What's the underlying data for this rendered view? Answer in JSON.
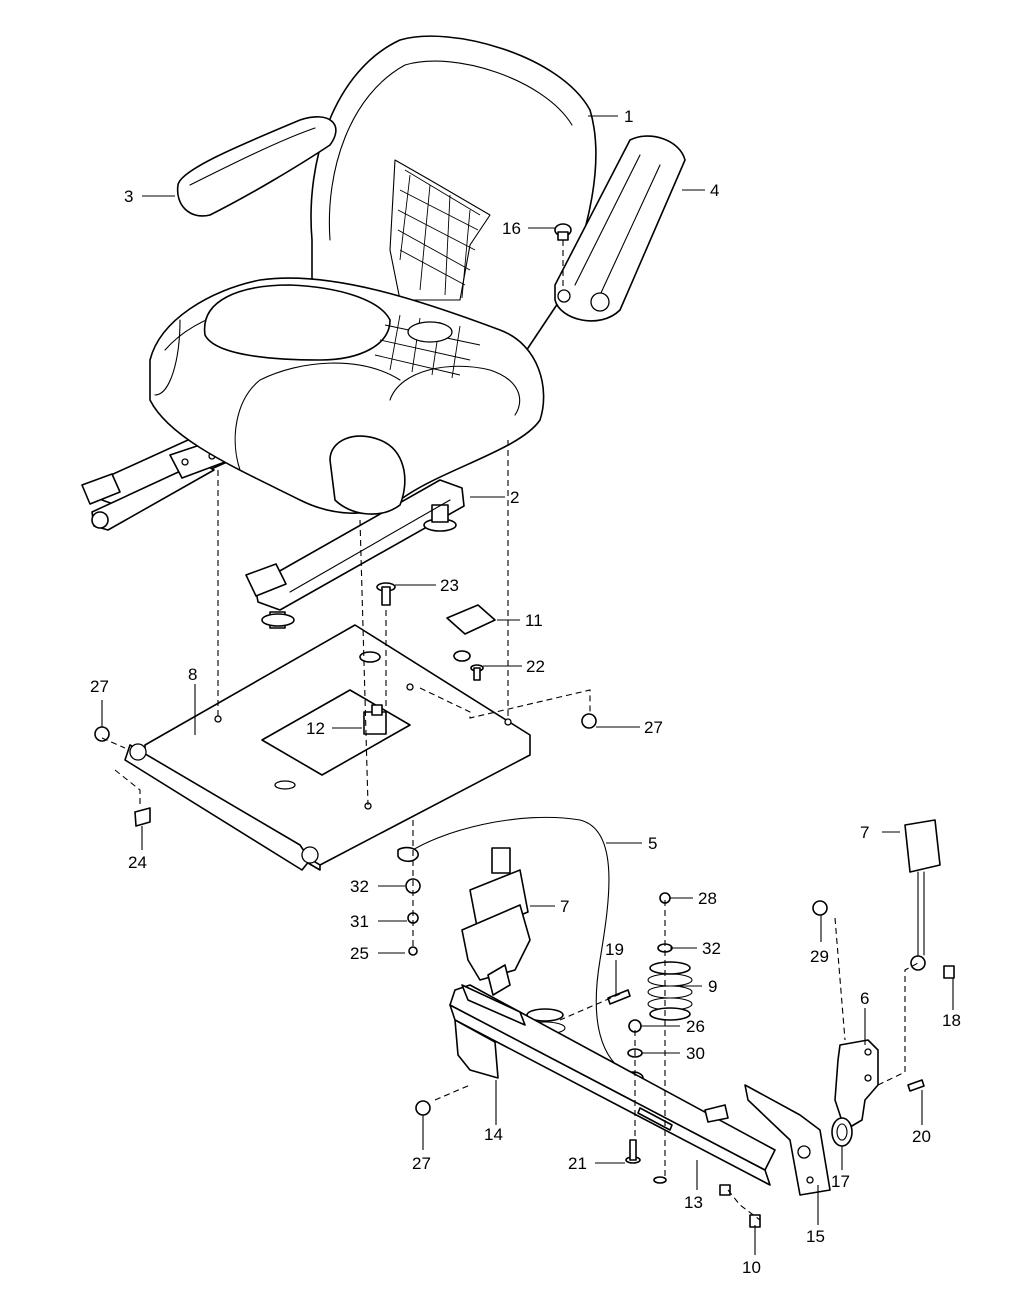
{
  "callouts": {
    "c1": "1",
    "c2": "2",
    "c3": "3",
    "c4": "4",
    "c5": "5",
    "c6": "6",
    "c7a": "7",
    "c7b": "7",
    "c8": "8",
    "c9": "9",
    "c10": "10",
    "c11": "11",
    "c12": "12",
    "c13": "13",
    "c14": "14",
    "c15": "15",
    "c16": "16",
    "c17": "17",
    "c18": "18",
    "c19": "19",
    "c20": "20",
    "c21": "21",
    "c22": "22",
    "c23": "23",
    "c24": "24",
    "c25": "25",
    "c26": "26",
    "c27a": "27",
    "c27b": "27",
    "c27c": "27",
    "c28": "28",
    "c29": "29",
    "c30": "30",
    "c31": "31",
    "c32a": "32",
    "c32b": "32"
  }
}
